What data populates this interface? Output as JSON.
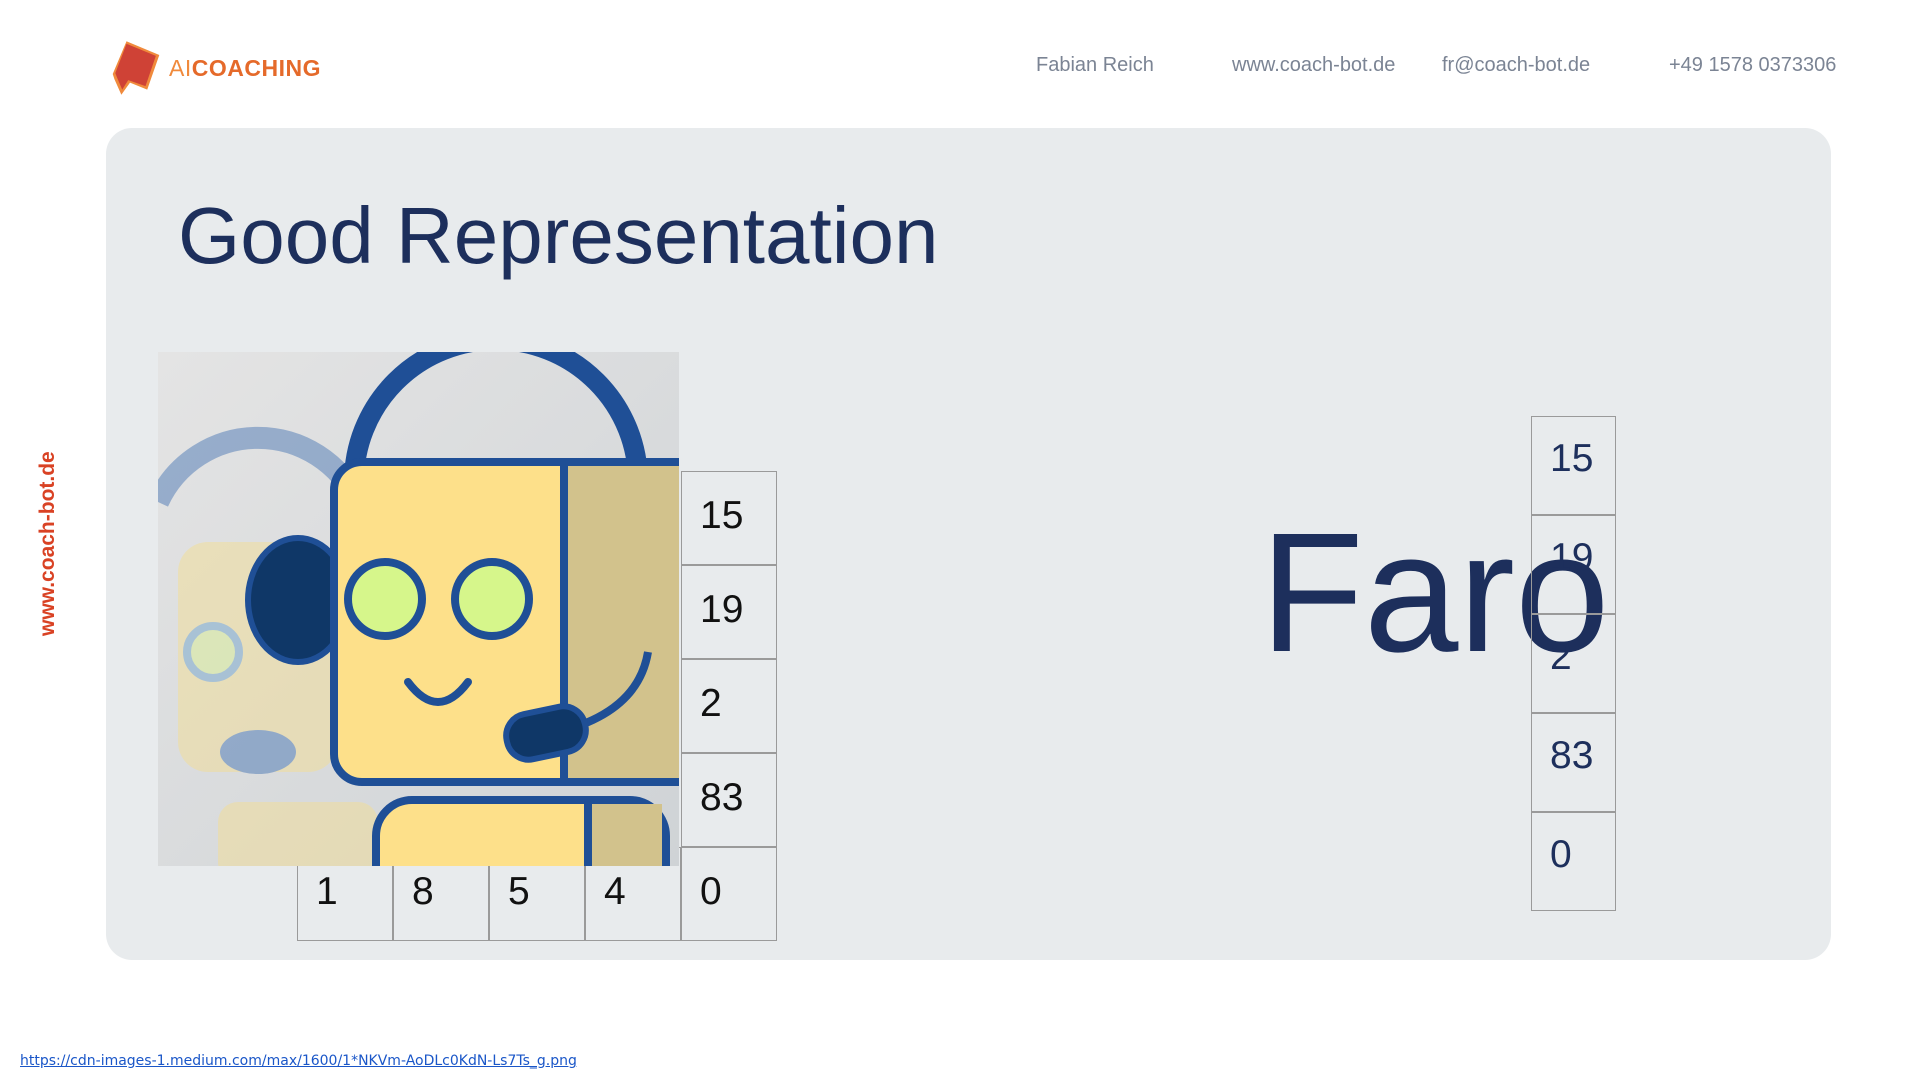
{
  "header": {
    "logo_ai": "AI",
    "logo_coaching": "COACHING",
    "name": "Fabian Reich",
    "website": "www.coach-bot.de",
    "email": "fr@coach-bot.de",
    "phone": "+49 1578 0373306"
  },
  "side_url": "www.coach-bot.de",
  "slide": {
    "title": "Good Representation",
    "left_grid": {
      "column": [
        "15",
        "19",
        "2",
        "83",
        "0"
      ],
      "bottom_row": [
        "1",
        "8",
        "5",
        "4"
      ]
    },
    "word": "Faro",
    "right_column": [
      "15",
      "19",
      "2",
      "83",
      "0"
    ]
  },
  "image": {
    "icon": "robot-headset-icon"
  },
  "colors": {
    "title": "#1d2f5c",
    "accent": "#e56a2a",
    "side_url": "#d94224",
    "panel": "#e8ebed"
  },
  "source_link": "https://cdn-images-1.medium.com/max/1600/1*NKVm-AoDLc0KdN-Ls7Ts_g.png"
}
